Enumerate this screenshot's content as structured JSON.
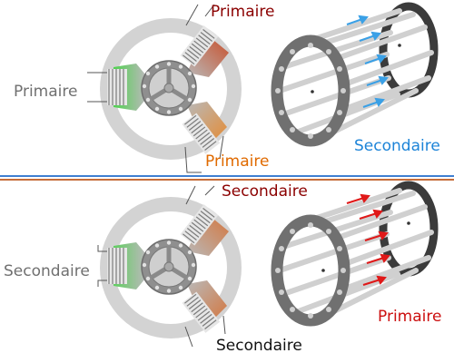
{
  "top": {
    "label_left": "Primaire",
    "label_upper": "Primaire",
    "label_lower": "Primaire",
    "label_cage": "Secondaire"
  },
  "bottom": {
    "label_left": "Secondaire",
    "label_upper": "Secondaire",
    "label_lower": "Secondaire",
    "label_cage": "Primaire"
  },
  "colors": {
    "stator_ring": "#d3d3d3",
    "hub": "#8f8f8f",
    "coil_gray": "#999999",
    "coil_green": "#5fcf5f",
    "coil_red": "#c8744f",
    "coil_orange": "#e08b3b",
    "label_dark_red": "#8b0000",
    "label_gray": "#707070",
    "label_orange": "#e06a00",
    "label_blue": "#1d84d8",
    "label_red": "#cc1010",
    "label_black": "#111111",
    "arrow_blue": "#3aa0e6",
    "arrow_red": "#e01818",
    "divider_blue": "#3f7fd1",
    "divider_orange": "#c56d3a"
  },
  "icons": {
    "stator": "three-phase-stator-icon",
    "cage": "squirrel-cage-rotor-icon",
    "arrow": "arrow-right-icon"
  }
}
